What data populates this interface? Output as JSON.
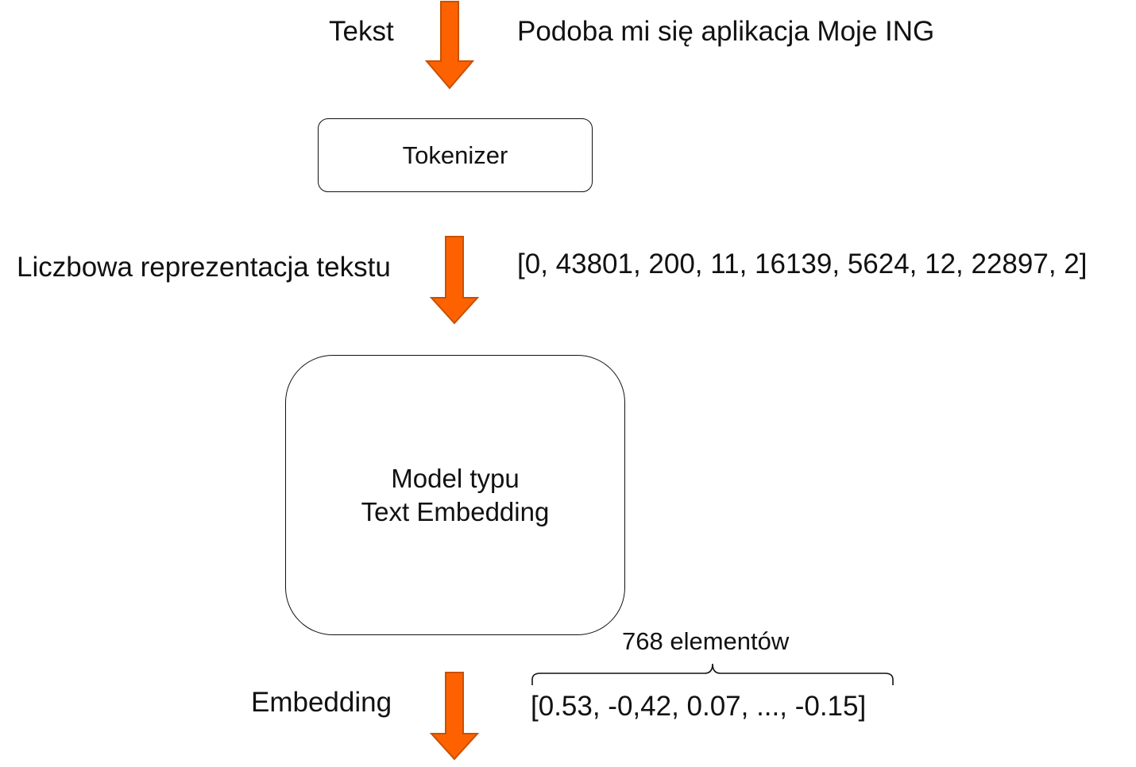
{
  "input": {
    "label": "Tekst",
    "example": "Podoba mi się aplikacja Moje ING"
  },
  "tokenizer": {
    "title": "Tokenizer"
  },
  "numeric": {
    "label": "Liczbowa reprezentacja tekstu",
    "token_ids": "[0, 43801, 200, 11, 16139, 5624, 12, 22897, 2]"
  },
  "model": {
    "line1": "Model typu",
    "line2": "Text Embedding"
  },
  "output": {
    "label": "Embedding",
    "vector": "[0.53, -0,42, 0.07, ..., -0.15]",
    "size_label": "768 elementów"
  },
  "colors": {
    "arrow_fill": "#fe6200",
    "arrow_stroke": "#c85000",
    "outline": "#111111"
  }
}
